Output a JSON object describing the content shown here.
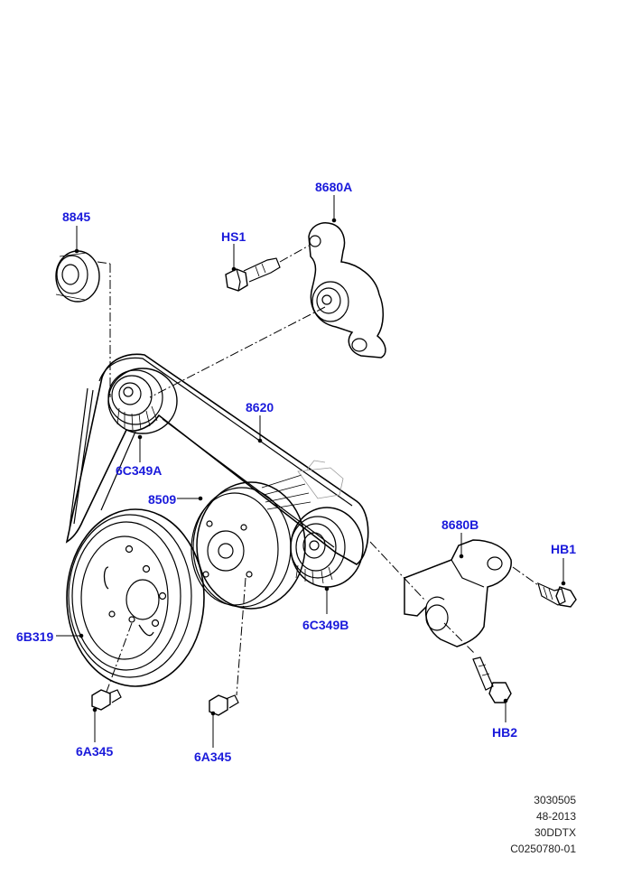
{
  "callouts": {
    "c8845": "8845",
    "c8680a": "8680A",
    "hs1": "HS1",
    "c8620": "8620",
    "c6c349a": "6C349A",
    "c8509": "8509",
    "c8680b": "8680B",
    "hb1": "HB1",
    "c6b319": "6B319",
    "c6c349b": "6C349B",
    "hb2": "HB2",
    "c6a345_left": "6A345",
    "c6a345_right": "6A345"
  },
  "reference": {
    "line1": "3030505",
    "line2": "48-2013",
    "line3": "30DDTX",
    "line4": "C0250780-01"
  },
  "colors": {
    "callout": "#1a1adb",
    "line": "#000000"
  }
}
